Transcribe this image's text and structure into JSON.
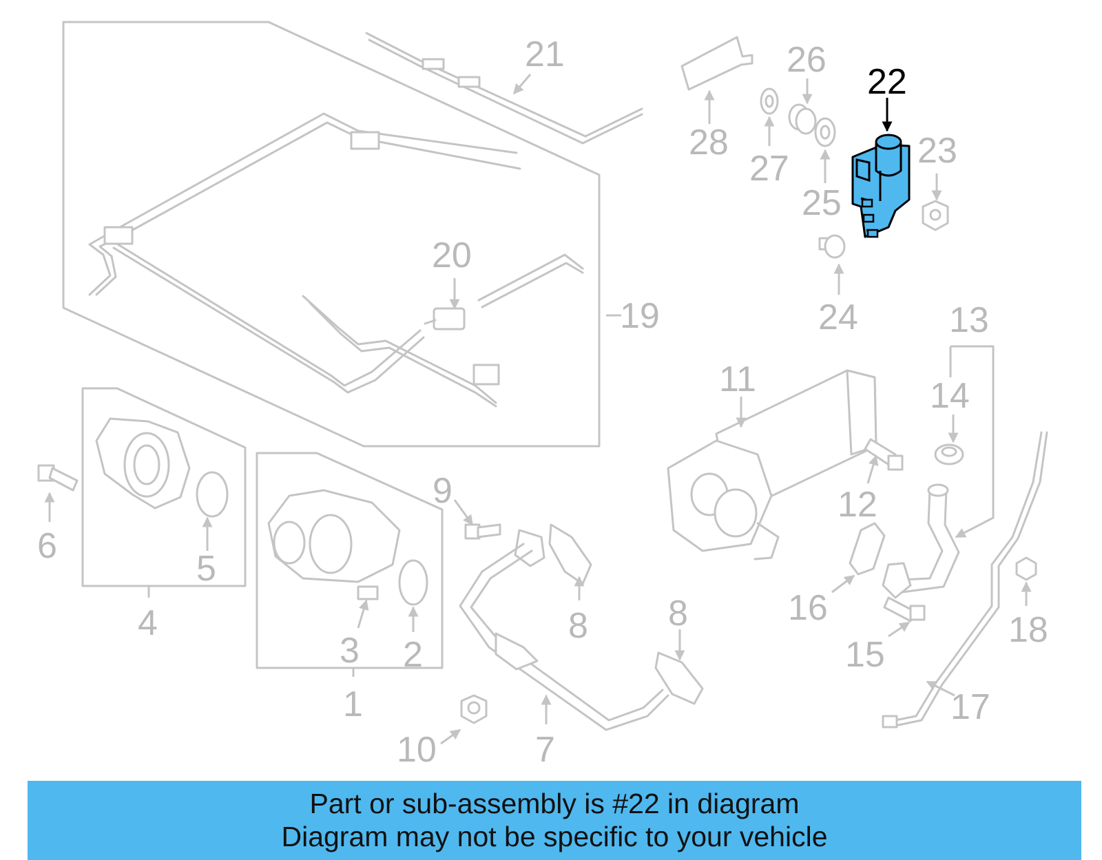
{
  "diagram": {
    "highlighted_part": "22",
    "highlight_color": "#4fb8ef",
    "callout_color": "#b9b9b9",
    "callouts": [
      "1",
      "2",
      "3",
      "4",
      "5",
      "6",
      "7",
      "8",
      "8",
      "9",
      "10",
      "11",
      "12",
      "13",
      "14",
      "15",
      "16",
      "17",
      "18",
      "19",
      "20",
      "21",
      "22",
      "23",
      "24",
      "25",
      "26",
      "27",
      "28"
    ]
  },
  "banner": {
    "line1": "Part or sub-assembly is #22 in diagram",
    "line2": "Diagram may not be specific to your vehicle",
    "background": "#4fb8ef"
  }
}
